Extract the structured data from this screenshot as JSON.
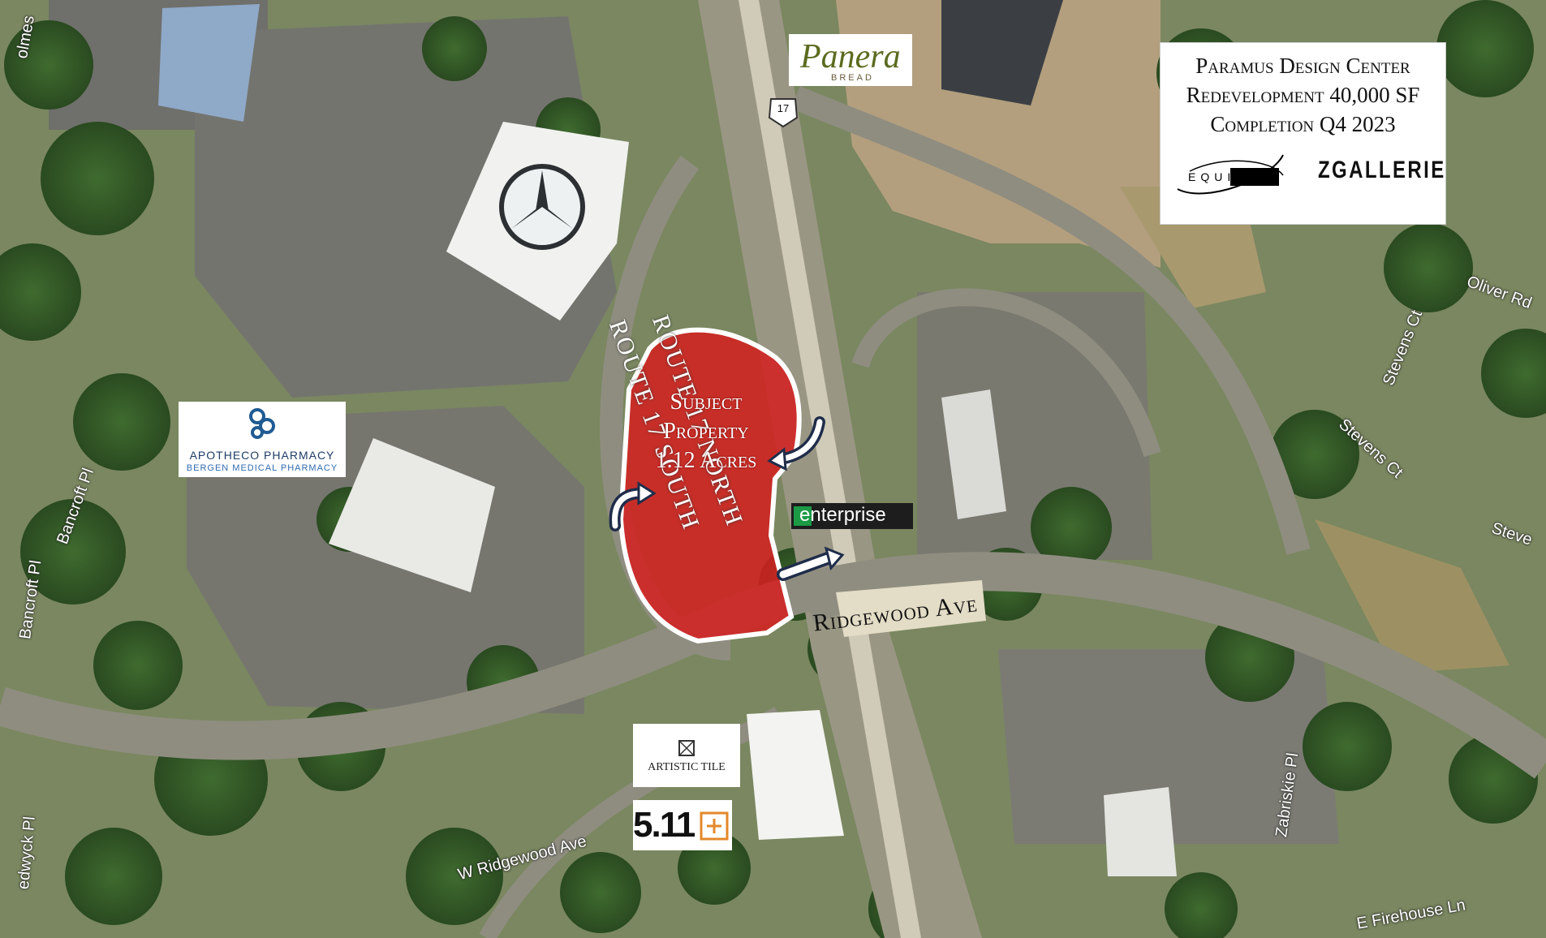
{
  "callout": {
    "line1": "Paramus Design Center",
    "line2": "Redevelopment 40,000 SF",
    "line3": "Completion Q4 2023",
    "logo_left": "EQUINOX",
    "logo_right": "ZGALLERIE"
  },
  "subject": {
    "line1": "Subject",
    "line2": "Property",
    "line3": "1.12 Acres",
    "fill_color": "#d42020"
  },
  "roads": {
    "route_south": "ROUTE 17 SOUTH",
    "route_north": "ROUTE 17 NORTH",
    "route_shield": "17",
    "ridgewood": "Ridgewood Ave",
    "w_ridgewood": "W Ridgewood Ave",
    "e_firehouse": "E Firehouse Ln",
    "zabriskie": "Zabriskie Pl",
    "oliver": "Oliver Rd",
    "stevens_ct_1": "Stevens Ct",
    "stevens_ct_2": "Stevens Ct",
    "stevens_edge": "Steve",
    "bancroft_1": "Bancroft Pl",
    "bancroft_2": "Bancroft Pl",
    "holmes": "olmes",
    "sedwyck": "edwyck Pl"
  },
  "tenants": {
    "panera_name": "Panera",
    "panera_sub": "BREAD",
    "apotheco_name": "APOTHECO PHARMACY",
    "apotheco_sub": "BERGEN MEDICAL PHARMACY",
    "enterprise": "enterprise",
    "artistic_tile": "ARTISTIC TILE",
    "five_eleven": "5.11"
  },
  "icons": [
    "mercedes-logo-icon",
    "apotheco-logo-icon",
    "artistic-tile-logo-icon",
    "five-eleven-logo-icon",
    "access-arrow-icon"
  ]
}
